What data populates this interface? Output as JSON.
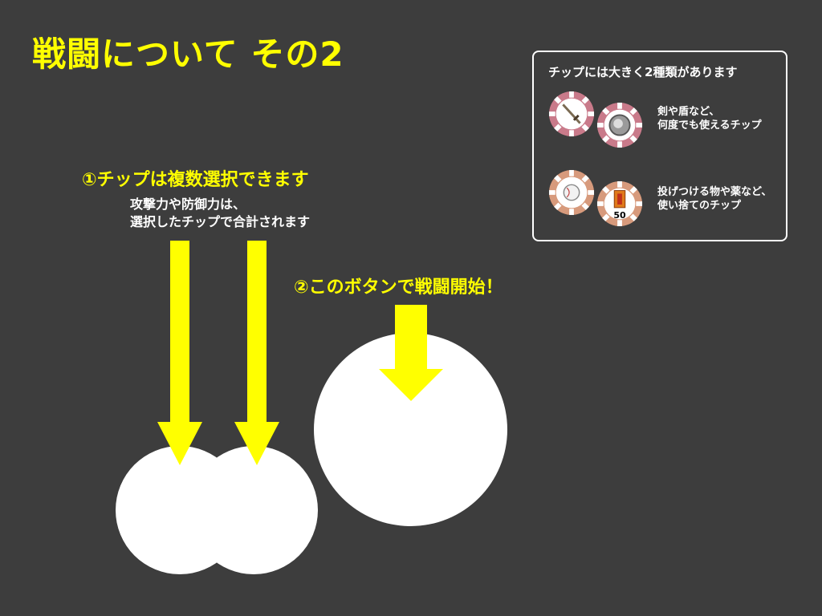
{
  "title": "戦闘について その2",
  "step1": {
    "label": "①チップは複数選択できます",
    "note_line1": "攻撃力や防御力は、",
    "note_line2": "選択したチップで合計されます"
  },
  "step2": {
    "label": "②このボタンで戦闘開始！"
  },
  "info_panel": {
    "title": "チップには大きく2種類があります",
    "equip": {
      "line1": "剣や盾など、",
      "line2": "何度でも使えるチップ"
    },
    "consumable": {
      "line1": "投げつける物や薬など、",
      "line2": "使い捨てのチップ",
      "chip_count": "50"
    }
  },
  "colors": {
    "accent": "#ffff00",
    "background": "#3d3d3d",
    "equip_chip": "#c97a8a",
    "consumable_chip": "#d79a7c"
  },
  "icons": {
    "sword_chip": "sword-icon",
    "shield_chip": "shield-icon",
    "ball_chip": "ball-icon",
    "medicine_chip": "medicine-icon"
  }
}
